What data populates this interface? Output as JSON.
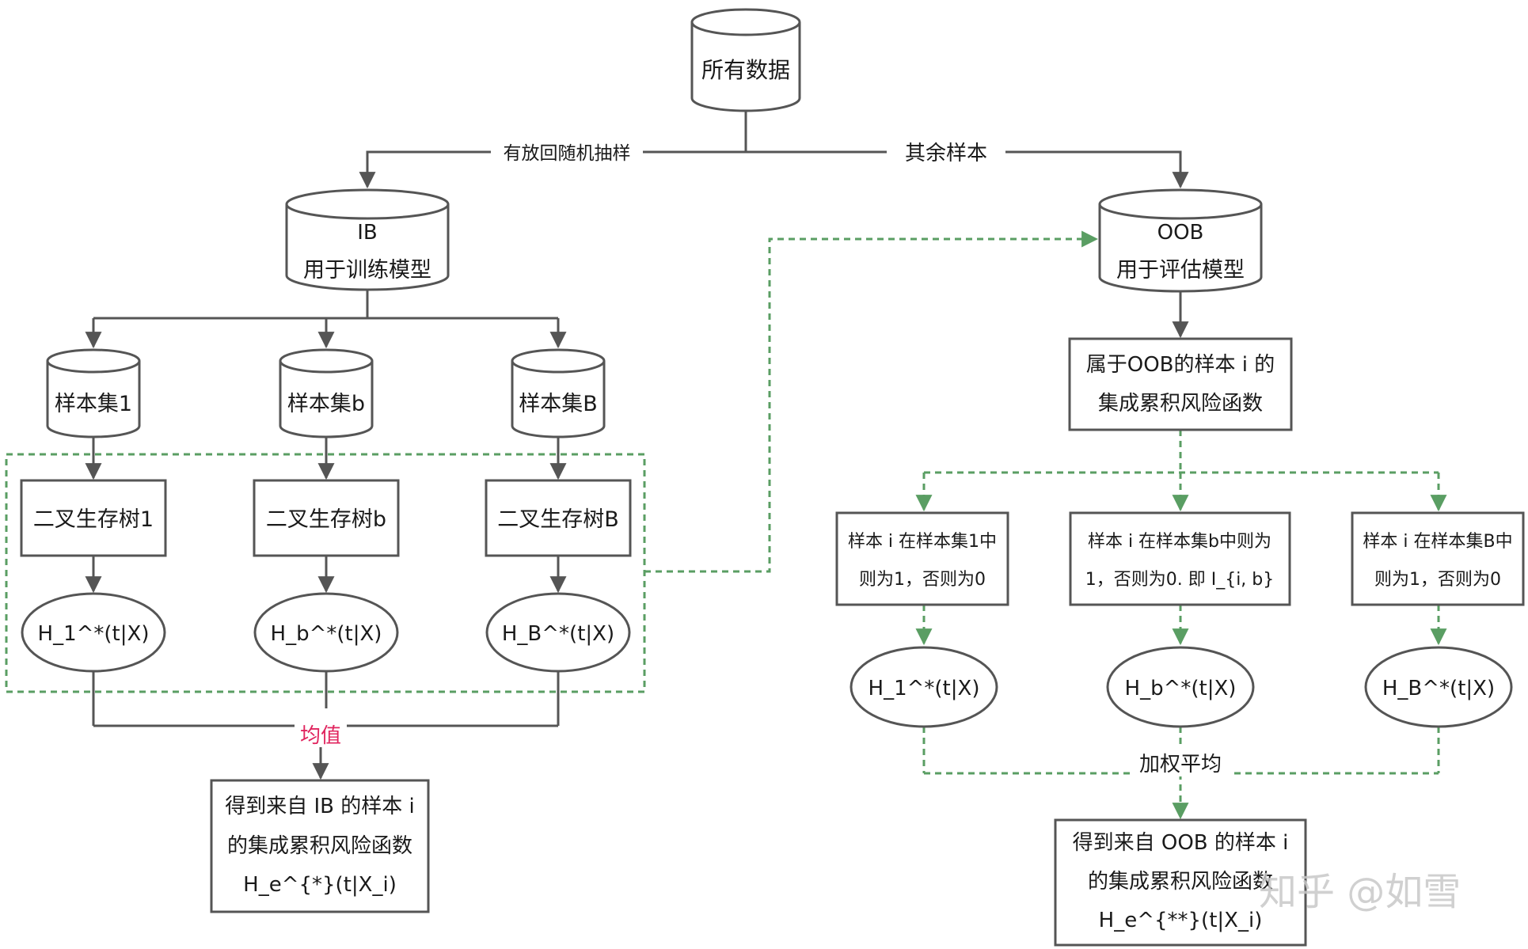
{
  "top_db": {
    "label": "所有数据"
  },
  "edges": {
    "sampling_label": "有放回随机抽样",
    "rest_label": "其余样本",
    "mean_label": "均值",
    "weighted_label": "加权平均"
  },
  "ib_db": {
    "line1": "IB",
    "line2": "用于训练模型"
  },
  "oob_db": {
    "line1": "OOB",
    "line2": "用于评估模型"
  },
  "sample_sets": [
    "样本集1",
    "样本集b",
    "样本集B"
  ],
  "trees": [
    "二叉生存树1",
    "二叉生存树b",
    "二叉生存树B"
  ],
  "left_hazards": [
    "H_1^*(t|X)",
    "H_b^*(t|X)",
    "H_B^*(t|X)"
  ],
  "ib_result": {
    "line1": "得到来自 IB 的样本 i",
    "line2": "的集成累积风险函数",
    "line3": "H_e^{*}(t|X_i)"
  },
  "oob_sample_box": {
    "line1": "属于OOB的样本 i 的",
    "line2": "集成累积风险函数"
  },
  "indicators": [
    {
      "line1": "样本 i 在样本集1中",
      "line2": "则为1，否则为0"
    },
    {
      "line1": "样本 i 在样本集b中则为",
      "line2": "1，否则为0. 即 I_{i, b}"
    },
    {
      "line1": "样本 i 在样本集B中",
      "line2": "则为1，否则为0"
    }
  ],
  "right_hazards": [
    "H_1^*(t|X)",
    "H_b^*(t|X)",
    "H_B^*(t|X)"
  ],
  "oob_result": {
    "line1": "得到来自 OOB 的样本 i",
    "line2": "的集成累积风险函数",
    "line3": "H_e^{**}(t|X_i)"
  },
  "watermark": "知乎 @如雪",
  "colors": {
    "line": "#555555",
    "dashed": "#5a9e63",
    "mean_label": "#e0245e",
    "watermark": "#c8c8c8"
  }
}
